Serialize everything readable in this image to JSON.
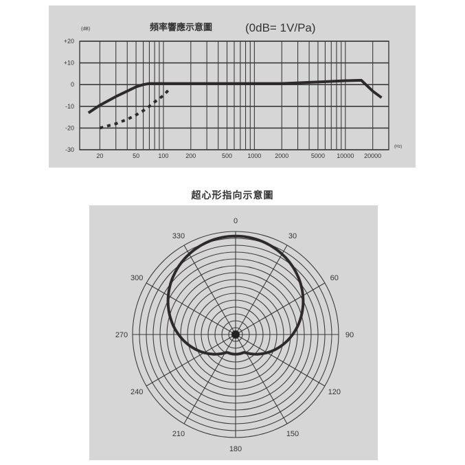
{
  "chart_data": [
    {
      "type": "line",
      "title": "頻率響應示意圖",
      "subtitle": "(0dB= 1V/Pa)",
      "xlabel": "(Hz)",
      "ylabel": "(dB)",
      "x_scale": "log",
      "xlim": [
        12,
        30000
      ],
      "ylim": [
        -30,
        20
      ],
      "grid": true,
      "x_ticks": [
        20,
        50,
        100,
        200,
        500,
        1000,
        2000,
        5000,
        10000,
        20000
      ],
      "x_tick_labels": [
        "20",
        "50",
        "100",
        "200",
        "500",
        "1000",
        "2000",
        "5000",
        "10000",
        "20000"
      ],
      "y_ticks": [
        20,
        10,
        0,
        -10,
        -20,
        -30
      ],
      "y_tick_labels": [
        "+20",
        "+10",
        "0",
        "-10",
        "-20",
        "-30"
      ],
      "series": [
        {
          "name": "frequency-response",
          "style": "solid",
          "x": [
            15,
            20,
            30,
            40,
            50,
            60,
            70,
            100,
            200,
            500,
            1000,
            2000,
            5000,
            10000,
            15000,
            20000,
            25000
          ],
          "y": [
            -13,
            -9.5,
            -5.5,
            -3,
            -1,
            0,
            0.5,
            0.5,
            0.5,
            0.5,
            0.5,
            0.5,
            1.2,
            1.8,
            2,
            -3,
            -6
          ]
        },
        {
          "name": "low-cut",
          "style": "dashed",
          "x": [
            20,
            30,
            40,
            50,
            60,
            70,
            80,
            100,
            120
          ],
          "y": [
            -20,
            -18,
            -16,
            -14,
            -12,
            -10,
            -8,
            -5,
            -1.5
          ]
        }
      ]
    },
    {
      "type": "polar",
      "title": "超心形指向示意圖",
      "angle_labels": [
        "0",
        "30",
        "60",
        "90",
        "120",
        "150",
        "180",
        "210",
        "240",
        "270",
        "300",
        "330"
      ],
      "angles_deg": [
        0,
        30,
        60,
        90,
        120,
        150,
        180,
        210,
        240,
        270,
        300,
        330
      ],
      "rings": 15,
      "pattern": "supercardioid",
      "series": [
        {
          "name": "polar-pattern",
          "angles_deg": [
            0,
            30,
            60,
            90,
            120,
            150,
            165,
            180,
            195,
            210,
            240,
            270,
            300,
            330
          ],
          "relative_radius": [
            1.0,
            0.97,
            0.94,
            0.87,
            0.7,
            0.42,
            0.25,
            0.2,
            0.25,
            0.42,
            0.7,
            0.87,
            0.94,
            0.97
          ]
        }
      ]
    }
  ],
  "freq": {
    "title": "頻率響應示意圖",
    "subtitle": "(0dB= 1V/Pa)",
    "ylabel": "(dB)",
    "xlabel": "(Hz)"
  },
  "polar": {
    "title": "超心形指向示意圖"
  }
}
